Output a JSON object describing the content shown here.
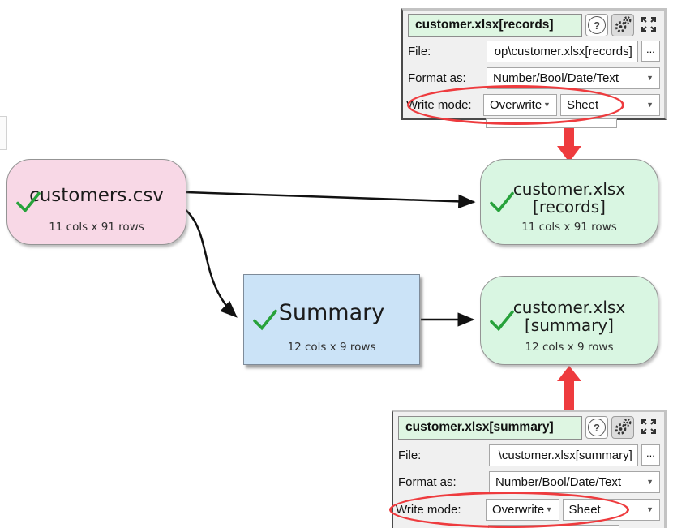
{
  "diagram": {
    "source_node": {
      "title": "customers.csv",
      "stats": "11 cols x 91 rows"
    },
    "records_node": {
      "title": "customer.xlsx",
      "subtitle": "[records]",
      "stats": "11 cols x 91 rows"
    },
    "transform_node": {
      "title": "Summary",
      "stats": "12 cols x 9 rows"
    },
    "summary_out_node": {
      "title": "customer.xlsx",
      "subtitle": "[summary]",
      "stats": "12 cols x 9 rows"
    }
  },
  "records_panel": {
    "title": "customer.xlsx[records]",
    "help_icon": "?",
    "file_label": "File:",
    "file_value": "op\\customer.xlsx[records]",
    "browse_button": "...",
    "format_label": "Format as:",
    "format_value": "Number/Bool/Date/Text",
    "write_mode_label": "Write mode:",
    "write_mode_value": "Overwrite",
    "sheet_mode_value": "Sheet"
  },
  "summary_panel": {
    "title": "customer.xlsx[summary]",
    "help_icon": "?",
    "file_label": "File:",
    "file_value": "\\customer.xlsx[summary]",
    "browse_button": "...",
    "format_label": "Format as:",
    "format_value": "Number/Bool/Date/Text",
    "write_mode_label": "Write mode:",
    "write_mode_value": "Overwrite",
    "sheet_mode_value": "Sheet"
  },
  "icons": {
    "dropdown": "▼"
  },
  "colors": {
    "source_fill": "#f8d8e6",
    "output_fill": "#d9f6e2",
    "transform_fill": "#cbe3f7",
    "panel_title_fill": "#def6e2",
    "annotation_red": "#ee3b3e",
    "check_green": "#27a23b",
    "connector_black": "#111111"
  }
}
